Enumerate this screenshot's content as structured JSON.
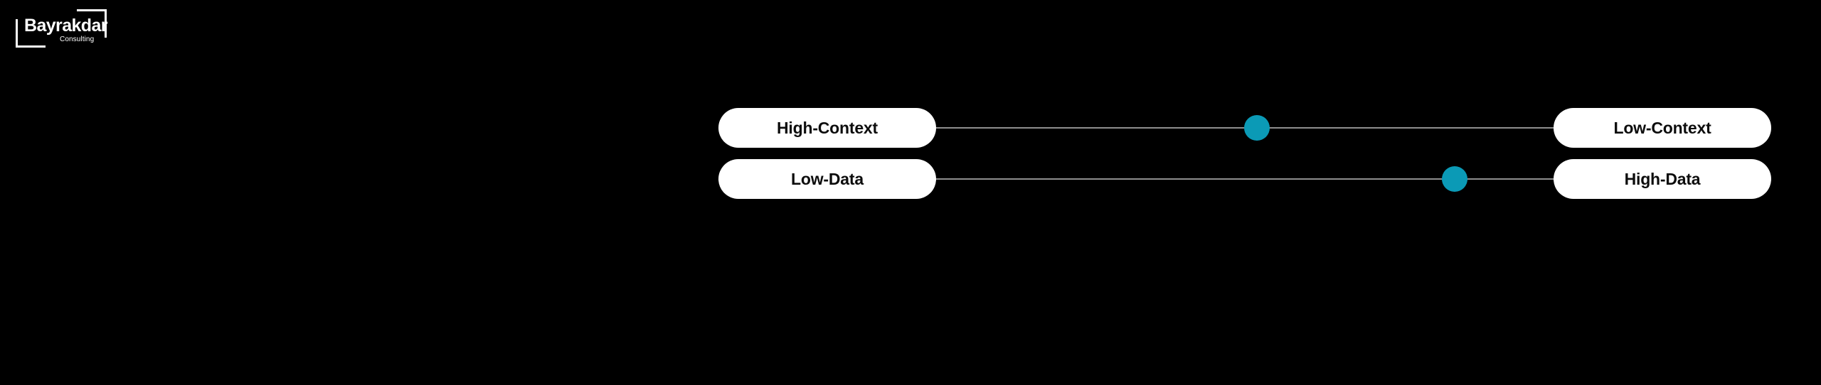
{
  "background_color": "#000000",
  "logo": {
    "wordmark": "Bayrakdar",
    "subtitle": "Consulting",
    "color": "#ffffff",
    "bracket_bottom_left_icon": "bracket-corner-bottom-left-icon",
    "bracket_top_right_icon": "bracket-corner-top-right-icon"
  },
  "accent_color": "#0b9ab6",
  "track_color": "#8e8e8e",
  "pill_background": "#ffffff",
  "pill_text_color": "#0d0d0d",
  "sliders": [
    {
      "left_label": "High-Context",
      "right_label": "Low-Context",
      "knob_position_percent": 52
    },
    {
      "left_label": "Low-Data",
      "right_label": "High-Data",
      "knob_position_percent": 84
    }
  ]
}
